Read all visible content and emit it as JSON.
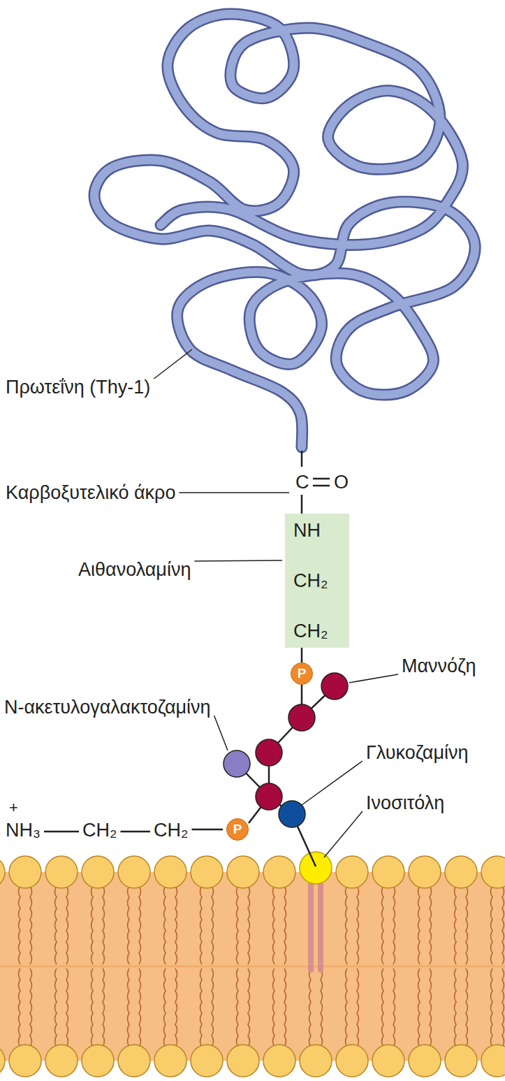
{
  "diagram": {
    "nodes": [
      {
        "text": [
          "NH",
          "CH₂",
          "CH₂"
        ]
      },
      {
        "text": [
          "P"
        ]
      },
      {
        "text": [
          "P"
        ]
      }
    ],
    "edges": [
      {
        "from": 0,
        "to": 1,
        "arrow": "none"
      }
    ],
    "labels": [
      "Πρωτεΐνη (Thy-1)",
      "Καρβοξυτελικό άκρο",
      "C",
      "O",
      "Αιθανολαμίνη",
      "Μαννόζη",
      "N-ακετυλογαλακτοζαμίνη",
      "Γλυκοζαμίνη",
      "Ινοσιτόλη",
      "+",
      "NH₃",
      "CH₂",
      "CH₂"
    ]
  }
}
